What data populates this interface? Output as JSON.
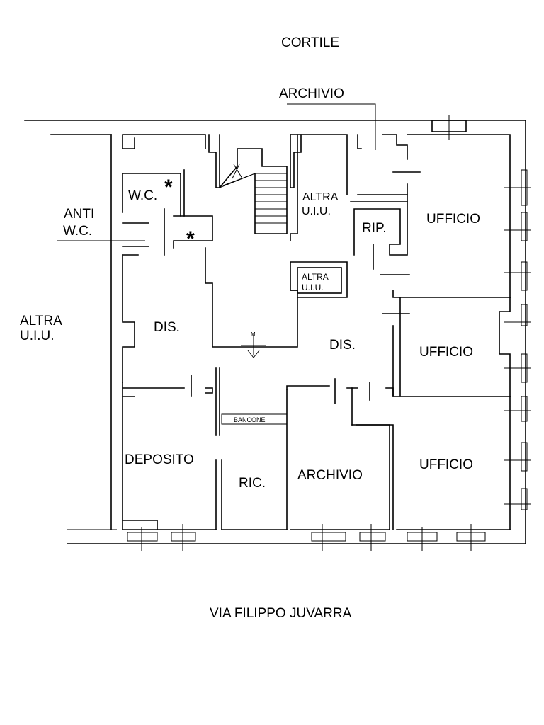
{
  "labels": {
    "cortile": "CORTILE",
    "archivio_top": "ARCHIVIO",
    "wc": "W.C.",
    "star_wc": "*",
    "star_anti": "*",
    "anti": "ANTI",
    "anti_wc": "W.C.",
    "altra_uiu_stair_1": "ALTRA",
    "altra_uiu_stair_2": "U.I.U.",
    "rip": "RIP.",
    "ufficio_1": "UFFICIO",
    "altra_uiu_small_1": "ALTRA",
    "altra_uiu_small_2": "U.I.U.",
    "altra_uiu_left_1": "ALTRA",
    "altra_uiu_left_2": "U.I.U.",
    "dis_left": "DIS.",
    "dis_right": "DIS.",
    "ufficio_2": "UFFICIO",
    "bancone": "BANCONE",
    "deposito": "DEPOSITO",
    "ric": "RIC.",
    "archivio_bottom": "ARCHIVIO",
    "ufficio_3": "UFFICIO",
    "stair_mark": "M",
    "via": "VIA FILIPPO JUVARRA"
  }
}
